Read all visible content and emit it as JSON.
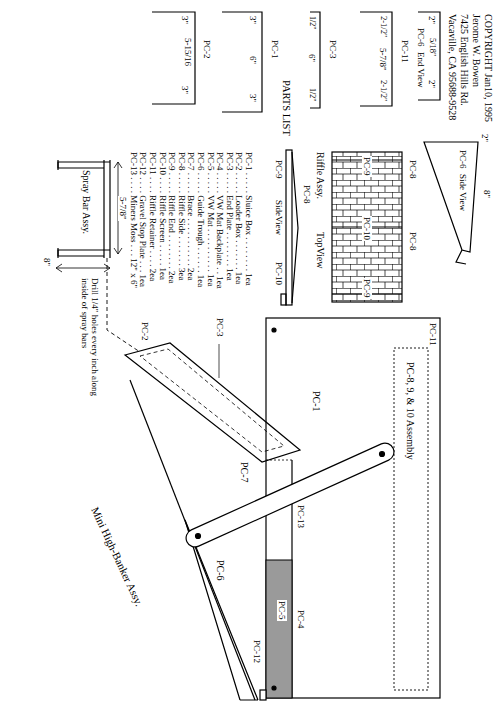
{
  "diagram": {
    "labels": [
      "PARTS LIST",
      "PC-1 . . . . . Sluice Box . . . . . . . . 1ea",
      "PC-2 . . . . . Loader Box . . . . . . . 1ea",
      "PC-3 . . . . . End Plate . . . . . . . . 1ea",
      "PC-4 . . . . . VW Mat Backplate . . 1ea",
      "PC-5 . . . . . VW Mat . . . . . . . . . . 1ea",
      "PC-6 . . . . . Guide Trough . . . . . . 1ea",
      "PC-7 . . . . . Brace . . . . . . . . . . . 2ea",
      "PC-8 . . . . . Riffle Side . . . . . . . 3ea",
      "PC-9 . . . . . Riffle End . . . . . . . . 2ea",
      "PC-10 . . . . Riffle Screen . . . . . 1ea",
      "PC-11 . . . . Riffle Retainer . . . . 2ea",
      "PC-12 . . . . Gravel Stop Plate . . . 1ea",
      "PC-13 . . . . Miners Moss . . . 12\" x 6\"",
      "COPYRIGHT Jan10, 1995",
      "Jerome W. Bowen",
      "7425 English Hills Rd.",
      "Vacaville, CA 95688-9528",
      "PC-2",
      "3\"",
      "5-15/16",
      "3\"",
      "PC-1",
      "3\"",
      "6\"",
      "3\"",
      "PC-3",
      "1/2\"",
      "6\"",
      "1/2\"",
      "PC-11",
      "2-1/2\"",
      "5-7/8\"",
      "2-1/2\"",
      "PC-6",
      "End View",
      "2\"",
      "5/18\"",
      "2\"",
      "PC-6",
      "Side View",
      "2\"",
      "8\"",
      "Riffle Assy.",
      "PC-9",
      "PC-8",
      "SideView",
      "PC-10",
      "TopView",
      "PC-8",
      "PC-8",
      "PC-9",
      "PC-10",
      "PC-9",
      "PC-3",
      "PC-2",
      "Spray Bar Assy.",
      "5-7/8\"",
      "8\"",
      "Drill 1/4\" holes every inch along inside of spray bars",
      "PC-7",
      "PC-6",
      "Mini High-Banker Assy.",
      "PC-1",
      "PC-8, 9, & 10 Assembly",
      "PC-11",
      "PC-5",
      "PC-4",
      "PC-12",
      "PC-13"
    ]
  }
}
